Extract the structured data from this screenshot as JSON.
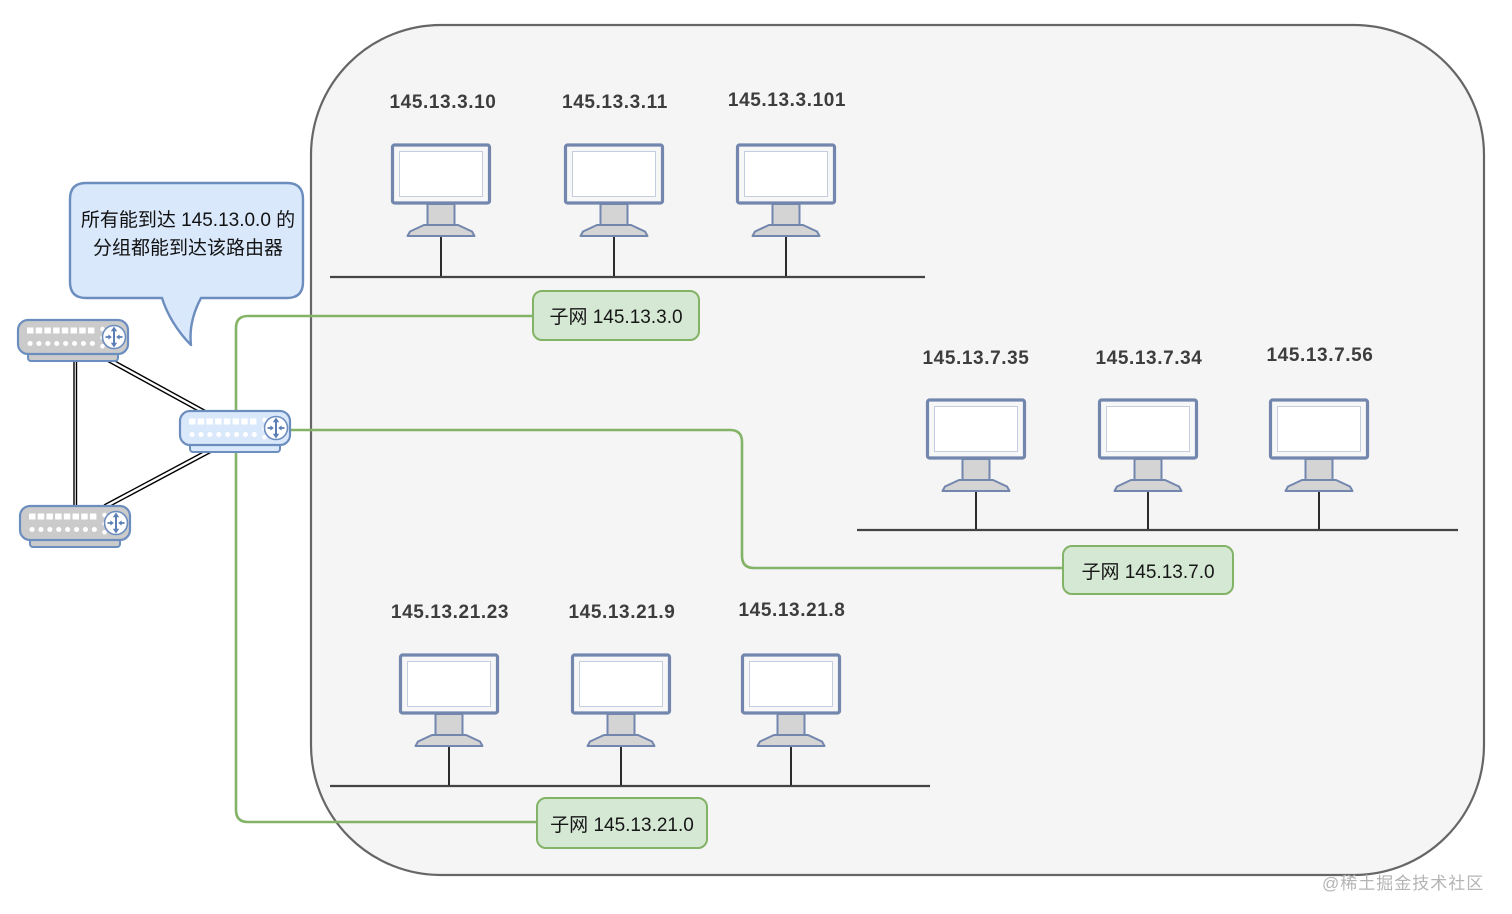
{
  "diagram": {
    "callout": {
      "line1": "所有能到达 145.13.0.0 的",
      "line2": "分组都能到达该路由器"
    },
    "subnets": [
      {
        "label": "子网 145.13.3.0",
        "hosts": [
          "145.13.3.10",
          "145.13.3.11",
          "145.13.3.101"
        ]
      },
      {
        "label": "子网 145.13.7.0",
        "hosts": [
          "145.13.7.35",
          "145.13.7.34",
          "145.13.7.56"
        ]
      },
      {
        "label": "子网 145.13.21.0",
        "hosts": [
          "145.13.21.23",
          "145.13.21.9",
          "145.13.21.8"
        ]
      }
    ],
    "watermark": "@稀土掘金技术社区",
    "icons": {
      "router": "router-four-way-arrows-icon",
      "computer": "desktop-monitor-icon"
    },
    "colors": {
      "container_fill": "#f5f5f5",
      "container_stroke": "#666666",
      "subnet_fill": "#d5e8d4",
      "subnet_stroke": "#82b366",
      "callout_fill": "#dae8fc",
      "callout_stroke": "#6c8ebf",
      "router_gray_fill": "#cbcbcb",
      "router_blue_fill": "#dae8fc",
      "link_line": "#000000",
      "bus_line": "#444444"
    }
  }
}
